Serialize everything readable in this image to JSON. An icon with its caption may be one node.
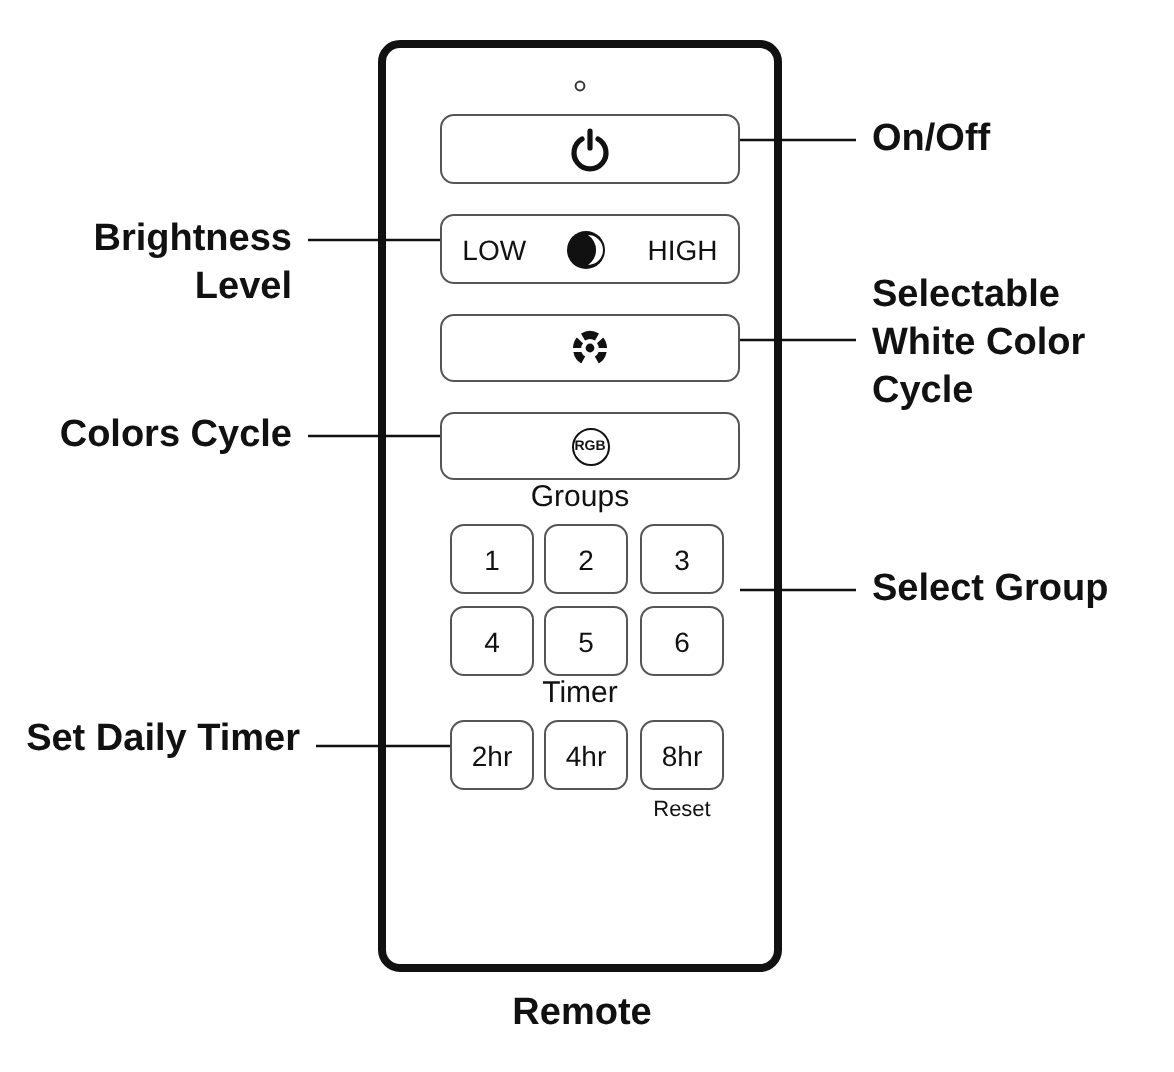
{
  "diagram": {
    "caption": "Remote",
    "nodes": [
      {
        "text": [],
        "shape": "box"
      },
      {
        "text": [],
        "shape": "box",
        "in": 0
      },
      {
        "text": [
          "LOW",
          "HIGH"
        ],
        "in": 0
      },
      {
        "text": [],
        "shape": "box",
        "in": 0
      },
      {
        "text": [
          "RGB"
        ],
        "in": 0
      },
      {
        "text": [
          "1"
        ],
        "in": 0
      },
      {
        "text": [
          "2"
        ],
        "in": 0
      },
      {
        "text": [
          "3"
        ],
        "in": 0
      },
      {
        "text": [
          "4"
        ],
        "in": 0
      },
      {
        "text": [
          "5"
        ],
        "in": 0
      },
      {
        "text": [
          "6"
        ],
        "in": 0
      },
      {
        "text": [
          "2hr"
        ],
        "in": 0
      },
      {
        "text": [
          "4hr"
        ],
        "in": 0
      },
      {
        "text": [
          "8hr"
        ],
        "in": 0,
        "beside": [
          "Reset"
        ]
      },
      {
        "text": [
          "On/Off"
        ]
      },
      {
        "text": [
          "Brightness Level"
        ]
      },
      {
        "text": [
          "Selectable White Color Cycle"
        ]
      },
      {
        "text": [
          "Colors Cycle"
        ]
      },
      {
        "text": [
          "Select Group"
        ]
      },
      {
        "text": [
          "Set Daily Timer"
        ]
      }
    ],
    "edges": [
      {
        "from": 14,
        "to": 1,
        "arrow": "none"
      },
      {
        "from": 15,
        "to": 2,
        "arrow": "none"
      },
      {
        "from": 16,
        "to": 3,
        "arrow": "none"
      },
      {
        "from": 17,
        "to": 4,
        "arrow": "none"
      },
      {
        "from": 18,
        "to": 0,
        "arrow": "none"
      },
      {
        "from": 19,
        "to": 11,
        "arrow": "none"
      }
    ],
    "labels": [
      "Groups",
      "Timer"
    ]
  }
}
